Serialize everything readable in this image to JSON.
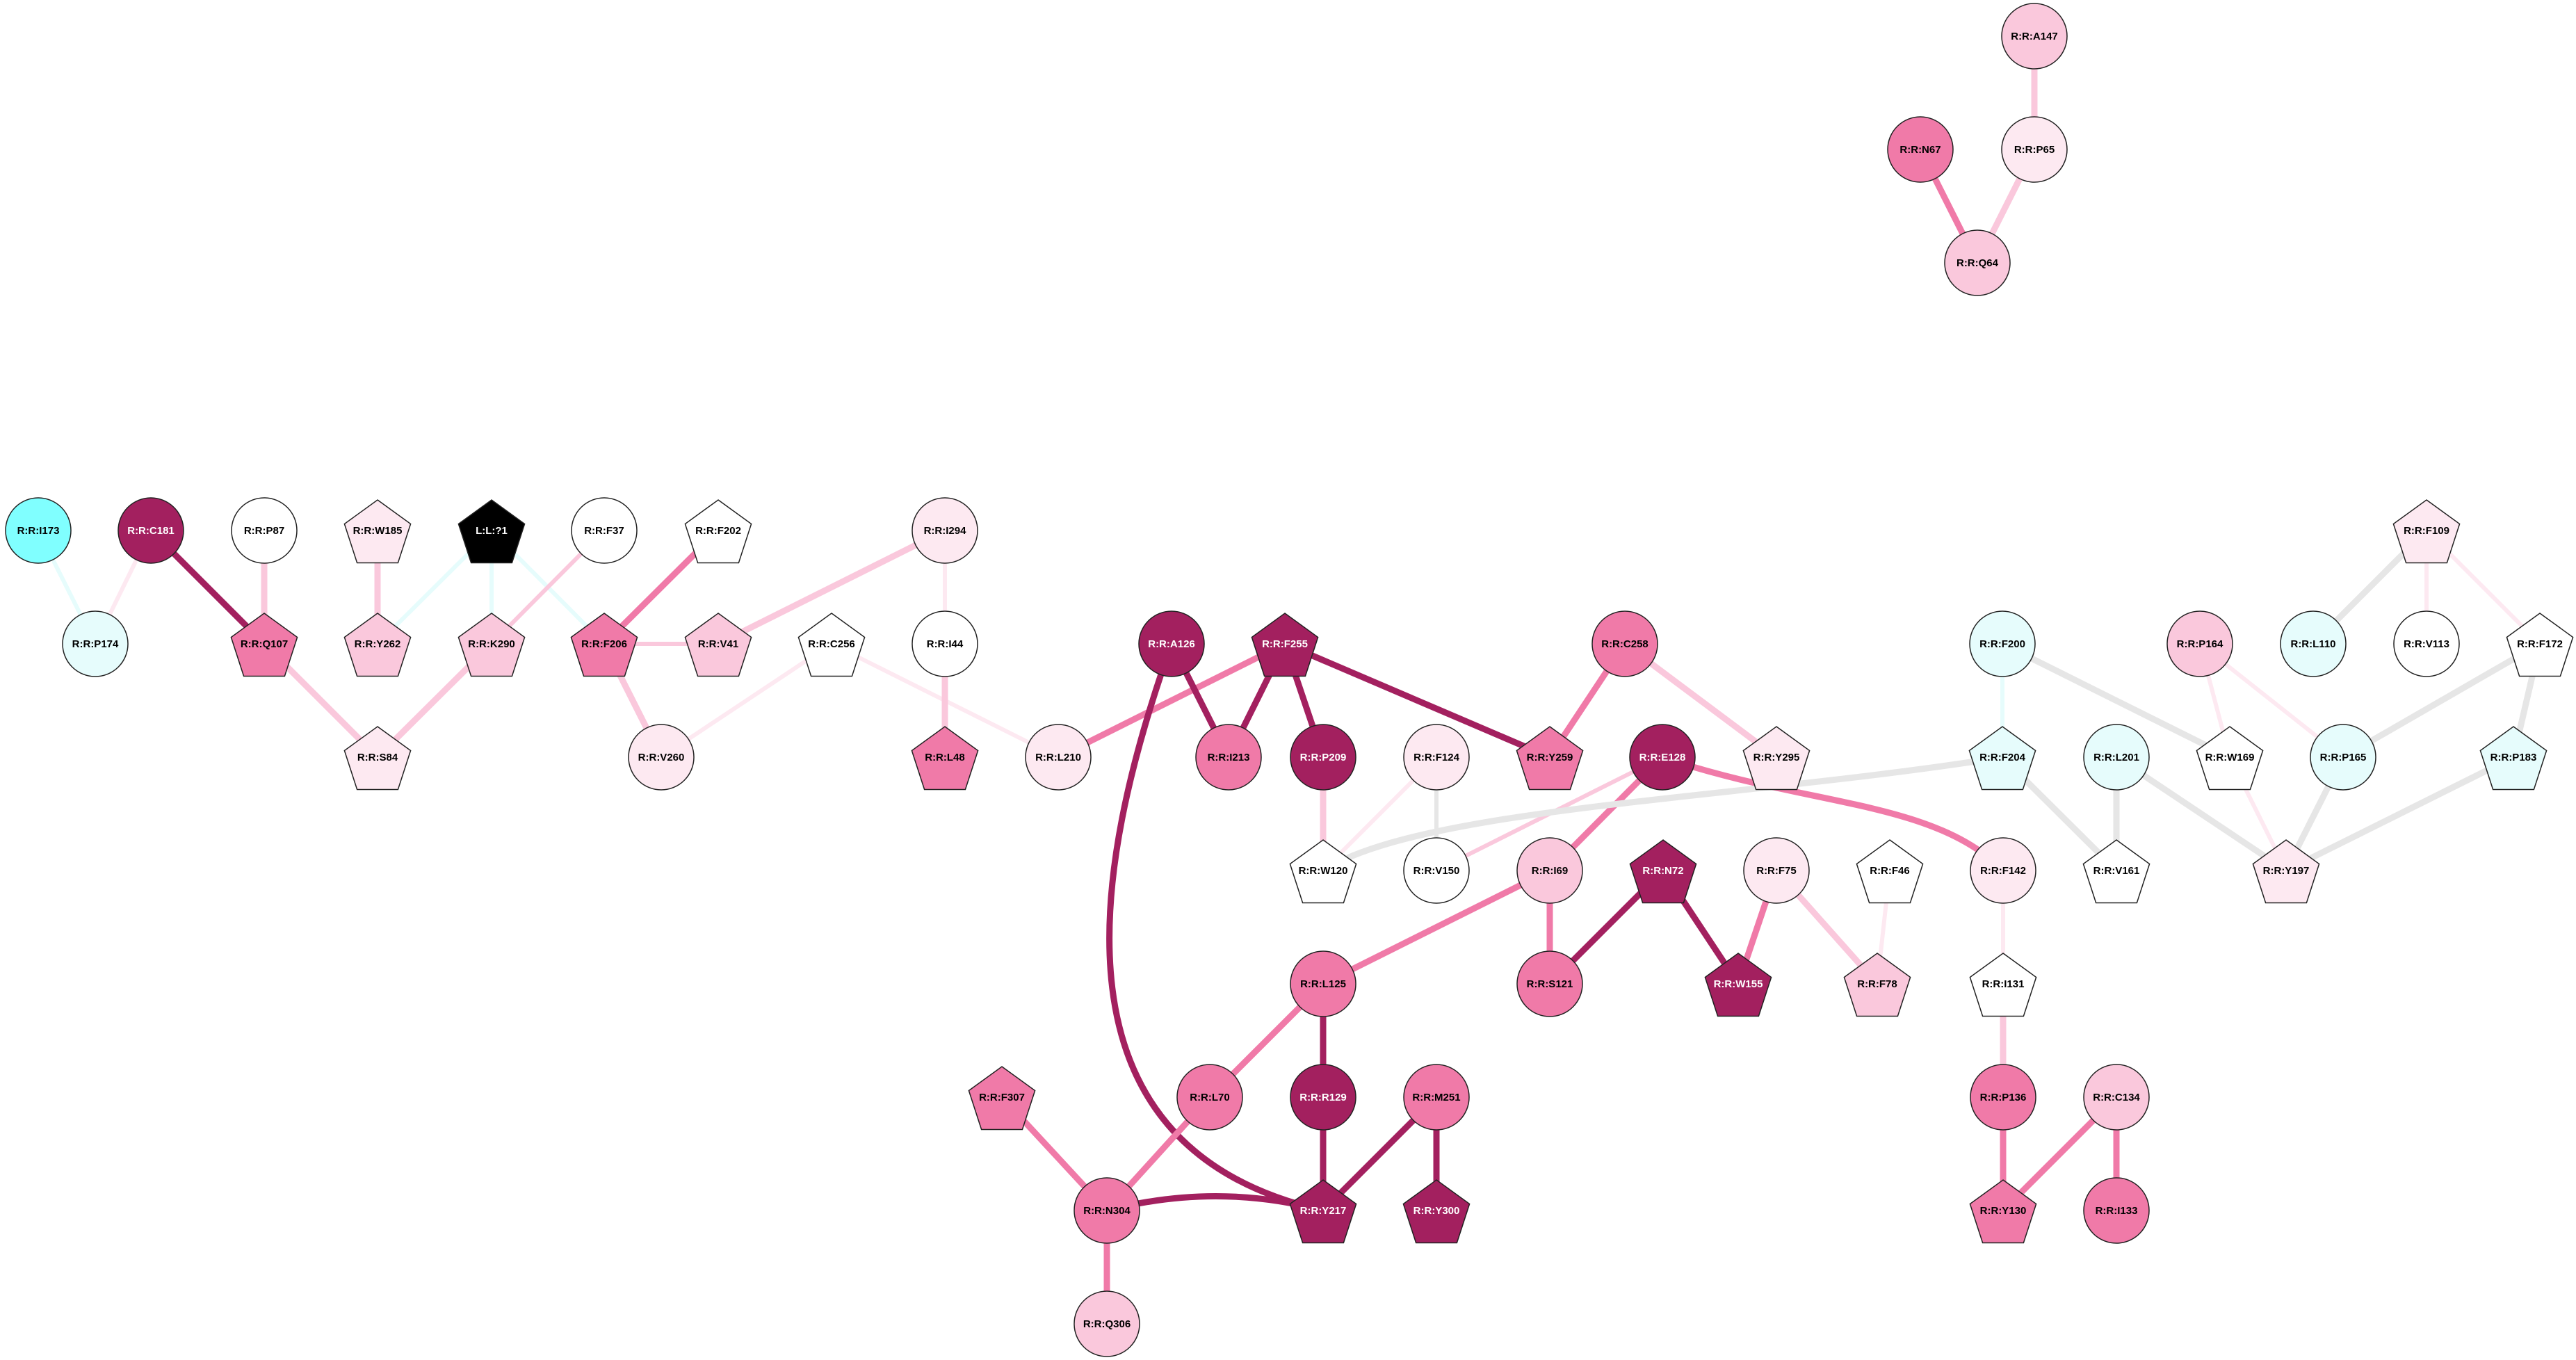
{
  "colors": {
    "dark": "#a3205f",
    "medium": "#f07aa8",
    "light": "#fac8dc",
    "pale": "#fde9f1",
    "white": "#ffffff",
    "cyan": "#80ffff",
    "palecyan": "#e6fcfc",
    "black": "#000000",
    "grey": "#e6e6e6"
  },
  "nodes": [
    {
      "id": "A147",
      "label": "R:R:A147",
      "shape": "circle",
      "color": "light"
    },
    {
      "id": "N67",
      "label": "R:R:N67",
      "shape": "circle",
      "color": "medium"
    },
    {
      "id": "P65",
      "label": "R:R:P65",
      "shape": "circle",
      "color": "pale"
    },
    {
      "id": "Q64",
      "label": "R:R:Q64",
      "shape": "circle",
      "color": "light"
    },
    {
      "id": "I173",
      "label": "R:R:I173",
      "shape": "circle",
      "color": "cyan"
    },
    {
      "id": "C181",
      "label": "R:R:C181",
      "shape": "circle",
      "color": "dark"
    },
    {
      "id": "P87",
      "label": "R:R:P87",
      "shape": "circle",
      "color": "white"
    },
    {
      "id": "W185",
      "label": "R:R:W185",
      "shape": "pentagon",
      "color": "pale"
    },
    {
      "id": "L71",
      "label": "L:L:?1",
      "shape": "pentagon",
      "color": "black"
    },
    {
      "id": "F37",
      "label": "R:R:F37",
      "shape": "circle",
      "color": "white"
    },
    {
      "id": "F202",
      "label": "R:R:F202",
      "shape": "pentagon",
      "color": "white"
    },
    {
      "id": "I294",
      "label": "R:R:I294",
      "shape": "circle",
      "color": "pale"
    },
    {
      "id": "F109",
      "label": "R:R:F109",
      "shape": "pentagon",
      "color": "pale"
    },
    {
      "id": "P174",
      "label": "R:R:P174",
      "shape": "circle",
      "color": "palecyan"
    },
    {
      "id": "Q107",
      "label": "R:R:Q107",
      "shape": "pentagon",
      "color": "medium"
    },
    {
      "id": "Y262",
      "label": "R:R:Y262",
      "shape": "pentagon",
      "color": "light"
    },
    {
      "id": "K290",
      "label": "R:R:K290",
      "shape": "pentagon",
      "color": "light"
    },
    {
      "id": "F206",
      "label": "R:R:F206",
      "shape": "pentagon",
      "color": "medium"
    },
    {
      "id": "V41",
      "label": "R:R:V41",
      "shape": "pentagon",
      "color": "light"
    },
    {
      "id": "C256",
      "label": "R:R:C256",
      "shape": "pentagon",
      "color": "white"
    },
    {
      "id": "I44",
      "label": "R:R:I44",
      "shape": "circle",
      "color": "white"
    },
    {
      "id": "A126",
      "label": "R:R:A126",
      "shape": "circle",
      "color": "dark"
    },
    {
      "id": "F255",
      "label": "R:R:F255",
      "shape": "pentagon",
      "color": "dark"
    },
    {
      "id": "C258",
      "label": "R:R:C258",
      "shape": "circle",
      "color": "medium"
    },
    {
      "id": "F200",
      "label": "R:R:F200",
      "shape": "circle",
      "color": "palecyan"
    },
    {
      "id": "P164",
      "label": "R:R:P164",
      "shape": "circle",
      "color": "light"
    },
    {
      "id": "L110",
      "label": "R:R:L110",
      "shape": "circle",
      "color": "palecyan"
    },
    {
      "id": "V113",
      "label": "R:R:V113",
      "shape": "circle",
      "color": "white"
    },
    {
      "id": "F172",
      "label": "R:R:F172",
      "shape": "pentagon",
      "color": "white"
    },
    {
      "id": "S84",
      "label": "R:R:S84",
      "shape": "pentagon",
      "color": "pale"
    },
    {
      "id": "V260",
      "label": "R:R:V260",
      "shape": "circle",
      "color": "pale"
    },
    {
      "id": "L48",
      "label": "R:R:L48",
      "shape": "pentagon",
      "color": "medium"
    },
    {
      "id": "L210",
      "label": "R:R:L210",
      "shape": "circle",
      "color": "pale"
    },
    {
      "id": "I213",
      "label": "R:R:I213",
      "shape": "circle",
      "color": "medium"
    },
    {
      "id": "P209",
      "label": "R:R:P209",
      "shape": "circle",
      "color": "dark"
    },
    {
      "id": "F124",
      "label": "R:R:F124",
      "shape": "circle",
      "color": "pale"
    },
    {
      "id": "Y259",
      "label": "R:R:Y259",
      "shape": "pentagon",
      "color": "medium"
    },
    {
      "id": "Y295",
      "label": "R:R:Y295",
      "shape": "pentagon",
      "color": "pale"
    },
    {
      "id": "E128",
      "label": "R:R:E128",
      "shape": "circle",
      "color": "dark"
    },
    {
      "id": "F204",
      "label": "R:R:F204",
      "shape": "pentagon",
      "color": "palecyan"
    },
    {
      "id": "L201",
      "label": "R:R:L201",
      "shape": "circle",
      "color": "palecyan"
    },
    {
      "id": "W169",
      "label": "R:R:W169",
      "shape": "pentagon",
      "color": "white"
    },
    {
      "id": "P165",
      "label": "R:R:P165",
      "shape": "circle",
      "color": "palecyan"
    },
    {
      "id": "P183",
      "label": "R:R:P183",
      "shape": "pentagon",
      "color": "palecyan"
    },
    {
      "id": "W120",
      "label": "R:R:W120",
      "shape": "pentagon",
      "color": "white"
    },
    {
      "id": "V150",
      "label": "R:R:V150",
      "shape": "circle",
      "color": "white"
    },
    {
      "id": "I69",
      "label": "R:R:I69",
      "shape": "circle",
      "color": "light"
    },
    {
      "id": "N72",
      "label": "R:R:N72",
      "shape": "pentagon",
      "color": "dark"
    },
    {
      "id": "F75",
      "label": "R:R:F75",
      "shape": "circle",
      "color": "pale"
    },
    {
      "id": "F46",
      "label": "R:R:F46",
      "shape": "pentagon",
      "color": "white"
    },
    {
      "id": "F142",
      "label": "R:R:F142",
      "shape": "circle",
      "color": "pale"
    },
    {
      "id": "V161",
      "label": "R:R:V161",
      "shape": "pentagon",
      "color": "white"
    },
    {
      "id": "Y197",
      "label": "R:R:Y197",
      "shape": "pentagon",
      "color": "pale"
    },
    {
      "id": "L125",
      "label": "R:R:L125",
      "shape": "circle",
      "color": "medium"
    },
    {
      "id": "S121",
      "label": "R:R:S121",
      "shape": "circle",
      "color": "medium"
    },
    {
      "id": "W155",
      "label": "R:R:W155",
      "shape": "pentagon",
      "color": "dark"
    },
    {
      "id": "F78",
      "label": "R:R:F78",
      "shape": "pentagon",
      "color": "light"
    },
    {
      "id": "I131",
      "label": "R:R:I131",
      "shape": "pentagon",
      "color": "white"
    },
    {
      "id": "F307",
      "label": "R:R:F307",
      "shape": "pentagon",
      "color": "medium"
    },
    {
      "id": "L70",
      "label": "R:R:L70",
      "shape": "circle",
      "color": "medium"
    },
    {
      "id": "R129",
      "label": "R:R:R129",
      "shape": "circle",
      "color": "dark"
    },
    {
      "id": "M251",
      "label": "R:R:M251",
      "shape": "circle",
      "color": "medium"
    },
    {
      "id": "P136",
      "label": "R:R:P136",
      "shape": "circle",
      "color": "medium"
    },
    {
      "id": "C134",
      "label": "R:R:C134",
      "shape": "circle",
      "color": "light"
    },
    {
      "id": "N304",
      "label": "R:R:N304",
      "shape": "circle",
      "color": "medium"
    },
    {
      "id": "Y217",
      "label": "R:R:Y217",
      "shape": "pentagon",
      "color": "dark"
    },
    {
      "id": "Y300",
      "label": "R:R:Y300",
      "shape": "pentagon",
      "color": "dark"
    },
    {
      "id": "Y130",
      "label": "R:R:Y130",
      "shape": "pentagon",
      "color": "medium"
    },
    {
      "id": "I133",
      "label": "R:R:I133",
      "shape": "circle",
      "color": "medium"
    },
    {
      "id": "Q306",
      "label": "R:R:Q306",
      "shape": "circle",
      "color": "light"
    }
  ],
  "edges": [
    {
      "from": "A147",
      "to": "P65",
      "color": "light",
      "weight": 3
    },
    {
      "from": "P65",
      "to": "Q64",
      "color": "light",
      "weight": 3
    },
    {
      "from": "N67",
      "to": "Q64",
      "color": "medium",
      "weight": 3
    },
    {
      "from": "I173",
      "to": "P174",
      "color": "palecyan",
      "weight": 2
    },
    {
      "from": "C181",
      "to": "P174",
      "color": "pale",
      "weight": 2
    },
    {
      "from": "C181",
      "to": "Q107",
      "color": "dark",
      "weight": 3
    },
    {
      "from": "P87",
      "to": "Q107",
      "color": "light",
      "weight": 3
    },
    {
      "from": "Q107",
      "to": "S84",
      "color": "light",
      "weight": 3
    },
    {
      "from": "W185",
      "to": "Y262",
      "color": "light",
      "weight": 3
    },
    {
      "from": "L71",
      "to": "Y262",
      "color": "palecyan",
      "weight": 2
    },
    {
      "from": "L71",
      "to": "K290",
      "color": "palecyan",
      "weight": 2
    },
    {
      "from": "L71",
      "to": "F206",
      "color": "palecyan",
      "weight": 2
    },
    {
      "from": "F37",
      "to": "K290",
      "color": "light",
      "weight": 2
    },
    {
      "from": "K290",
      "to": "S84",
      "color": "light",
      "weight": 3
    },
    {
      "from": "F202",
      "to": "F206",
      "color": "medium",
      "weight": 3
    },
    {
      "from": "F206",
      "to": "V41",
      "color": "light",
      "weight": 2
    },
    {
      "from": "F206",
      "to": "V260",
      "color": "light",
      "weight": 3
    },
    {
      "from": "I294",
      "to": "V41",
      "color": "light",
      "weight": 3
    },
    {
      "from": "I294",
      "to": "I44",
      "color": "pale",
      "weight": 2
    },
    {
      "from": "C256",
      "to": "V260",
      "color": "pale",
      "weight": 2
    },
    {
      "from": "C256",
      "to": "L210",
      "color": "pale",
      "weight": 2
    },
    {
      "from": "I44",
      "to": "L48",
      "color": "light",
      "weight": 3
    },
    {
      "from": "F255",
      "to": "L210",
      "color": "medium",
      "weight": 3
    },
    {
      "from": "F255",
      "to": "I213",
      "color": "dark",
      "weight": 3
    },
    {
      "from": "F255",
      "to": "P209",
      "color": "dark",
      "weight": 3
    },
    {
      "from": "F255",
      "to": "Y259",
      "color": "dark",
      "weight": 3
    },
    {
      "from": "A126",
      "to": "I213",
      "color": "dark",
      "weight": 3
    },
    {
      "from": "A126",
      "to": "Y217",
      "color": "dark",
      "weight": 3,
      "curve": "A126Y217"
    },
    {
      "from": "C258",
      "to": "Y259",
      "color": "medium",
      "weight": 3
    },
    {
      "from": "C258",
      "to": "Y295",
      "color": "light",
      "weight": 3
    },
    {
      "from": "P209",
      "to": "W120",
      "color": "light",
      "weight": 3
    },
    {
      "from": "F124",
      "to": "W120",
      "color": "pale",
      "weight": 2
    },
    {
      "from": "F124",
      "to": "V150",
      "color": "grey",
      "weight": 2
    },
    {
      "from": "E128",
      "to": "V150",
      "color": "light",
      "weight": 2
    },
    {
      "from": "E128",
      "to": "I69",
      "color": "medium",
      "weight": 3
    },
    {
      "from": "E128",
      "to": "F142",
      "color": "medium",
      "weight": 3,
      "curve": "E128F142"
    },
    {
      "from": "F204",
      "to": "W120",
      "color": "grey",
      "weight": 3,
      "curve": "F204W120"
    },
    {
      "from": "F200",
      "to": "F204",
      "color": "palecyan",
      "weight": 2
    },
    {
      "from": "F200",
      "to": "W169",
      "color": "grey",
      "weight": 3
    },
    {
      "from": "F204",
      "to": "V161",
      "color": "grey",
      "weight": 3
    },
    {
      "from": "L201",
      "to": "V161",
      "color": "grey",
      "weight": 3
    },
    {
      "from": "L201",
      "to": "Y197",
      "color": "grey",
      "weight": 3
    },
    {
      "from": "P164",
      "to": "W169",
      "color": "pale",
      "weight": 2
    },
    {
      "from": "P164",
      "to": "P165",
      "color": "pale",
      "weight": 2
    },
    {
      "from": "W169",
      "to": "Y197",
      "color": "pale",
      "weight": 2
    },
    {
      "from": "P165",
      "to": "Y197",
      "color": "grey",
      "weight": 3
    },
    {
      "from": "F109",
      "to": "L110",
      "color": "grey",
      "weight": 3
    },
    {
      "from": "F109",
      "to": "V113",
      "color": "pale",
      "weight": 2
    },
    {
      "from": "F109",
      "to": "F172",
      "color": "pale",
      "weight": 2
    },
    {
      "from": "F172",
      "to": "P165",
      "color": "grey",
      "weight": 3
    },
    {
      "from": "F172",
      "to": "P183",
      "color": "grey",
      "weight": 3
    },
    {
      "from": "P183",
      "to": "Y197",
      "color": "grey",
      "weight": 3
    },
    {
      "from": "I69",
      "to": "L125",
      "color": "medium",
      "weight": 3
    },
    {
      "from": "I69",
      "to": "S121",
      "color": "medium",
      "weight": 3
    },
    {
      "from": "N72",
      "to": "S121",
      "color": "dark",
      "weight": 3
    },
    {
      "from": "N72",
      "to": "W155",
      "color": "dark",
      "weight": 3
    },
    {
      "from": "F75",
      "to": "W155",
      "color": "medium",
      "weight": 3
    },
    {
      "from": "F75",
      "to": "F78",
      "color": "light",
      "weight": 3
    },
    {
      "from": "F46",
      "to": "F78",
      "color": "pale",
      "weight": 2
    },
    {
      "from": "F142",
      "to": "I131",
      "color": "pale",
      "weight": 2
    },
    {
      "from": "I131",
      "to": "P136",
      "color": "light",
      "weight": 3
    },
    {
      "from": "L125",
      "to": "L70",
      "color": "medium",
      "weight": 3
    },
    {
      "from": "L125",
      "to": "R129",
      "color": "dark",
      "weight": 3
    },
    {
      "from": "R129",
      "to": "Y217",
      "color": "dark",
      "weight": 3
    },
    {
      "from": "M251",
      "to": "Y217",
      "color": "dark",
      "weight": 3
    },
    {
      "from": "M251",
      "to": "Y300",
      "color": "dark",
      "weight": 3
    },
    {
      "from": "L70",
      "to": "N304",
      "color": "medium",
      "weight": 3
    },
    {
      "from": "F307",
      "to": "N304",
      "color": "medium",
      "weight": 3
    },
    {
      "from": "N304",
      "to": "Y217",
      "color": "dark",
      "weight": 3,
      "curve": "N304Y217"
    },
    {
      "from": "N304",
      "to": "Q306",
      "color": "medium",
      "weight": 3
    },
    {
      "from": "P136",
      "to": "Y130",
      "color": "medium",
      "weight": 3
    },
    {
      "from": "C134",
      "to": "Y130",
      "color": "medium",
      "weight": 3
    },
    {
      "from": "C134",
      "to": "I133",
      "color": "medium",
      "weight": 3
    }
  ]
}
